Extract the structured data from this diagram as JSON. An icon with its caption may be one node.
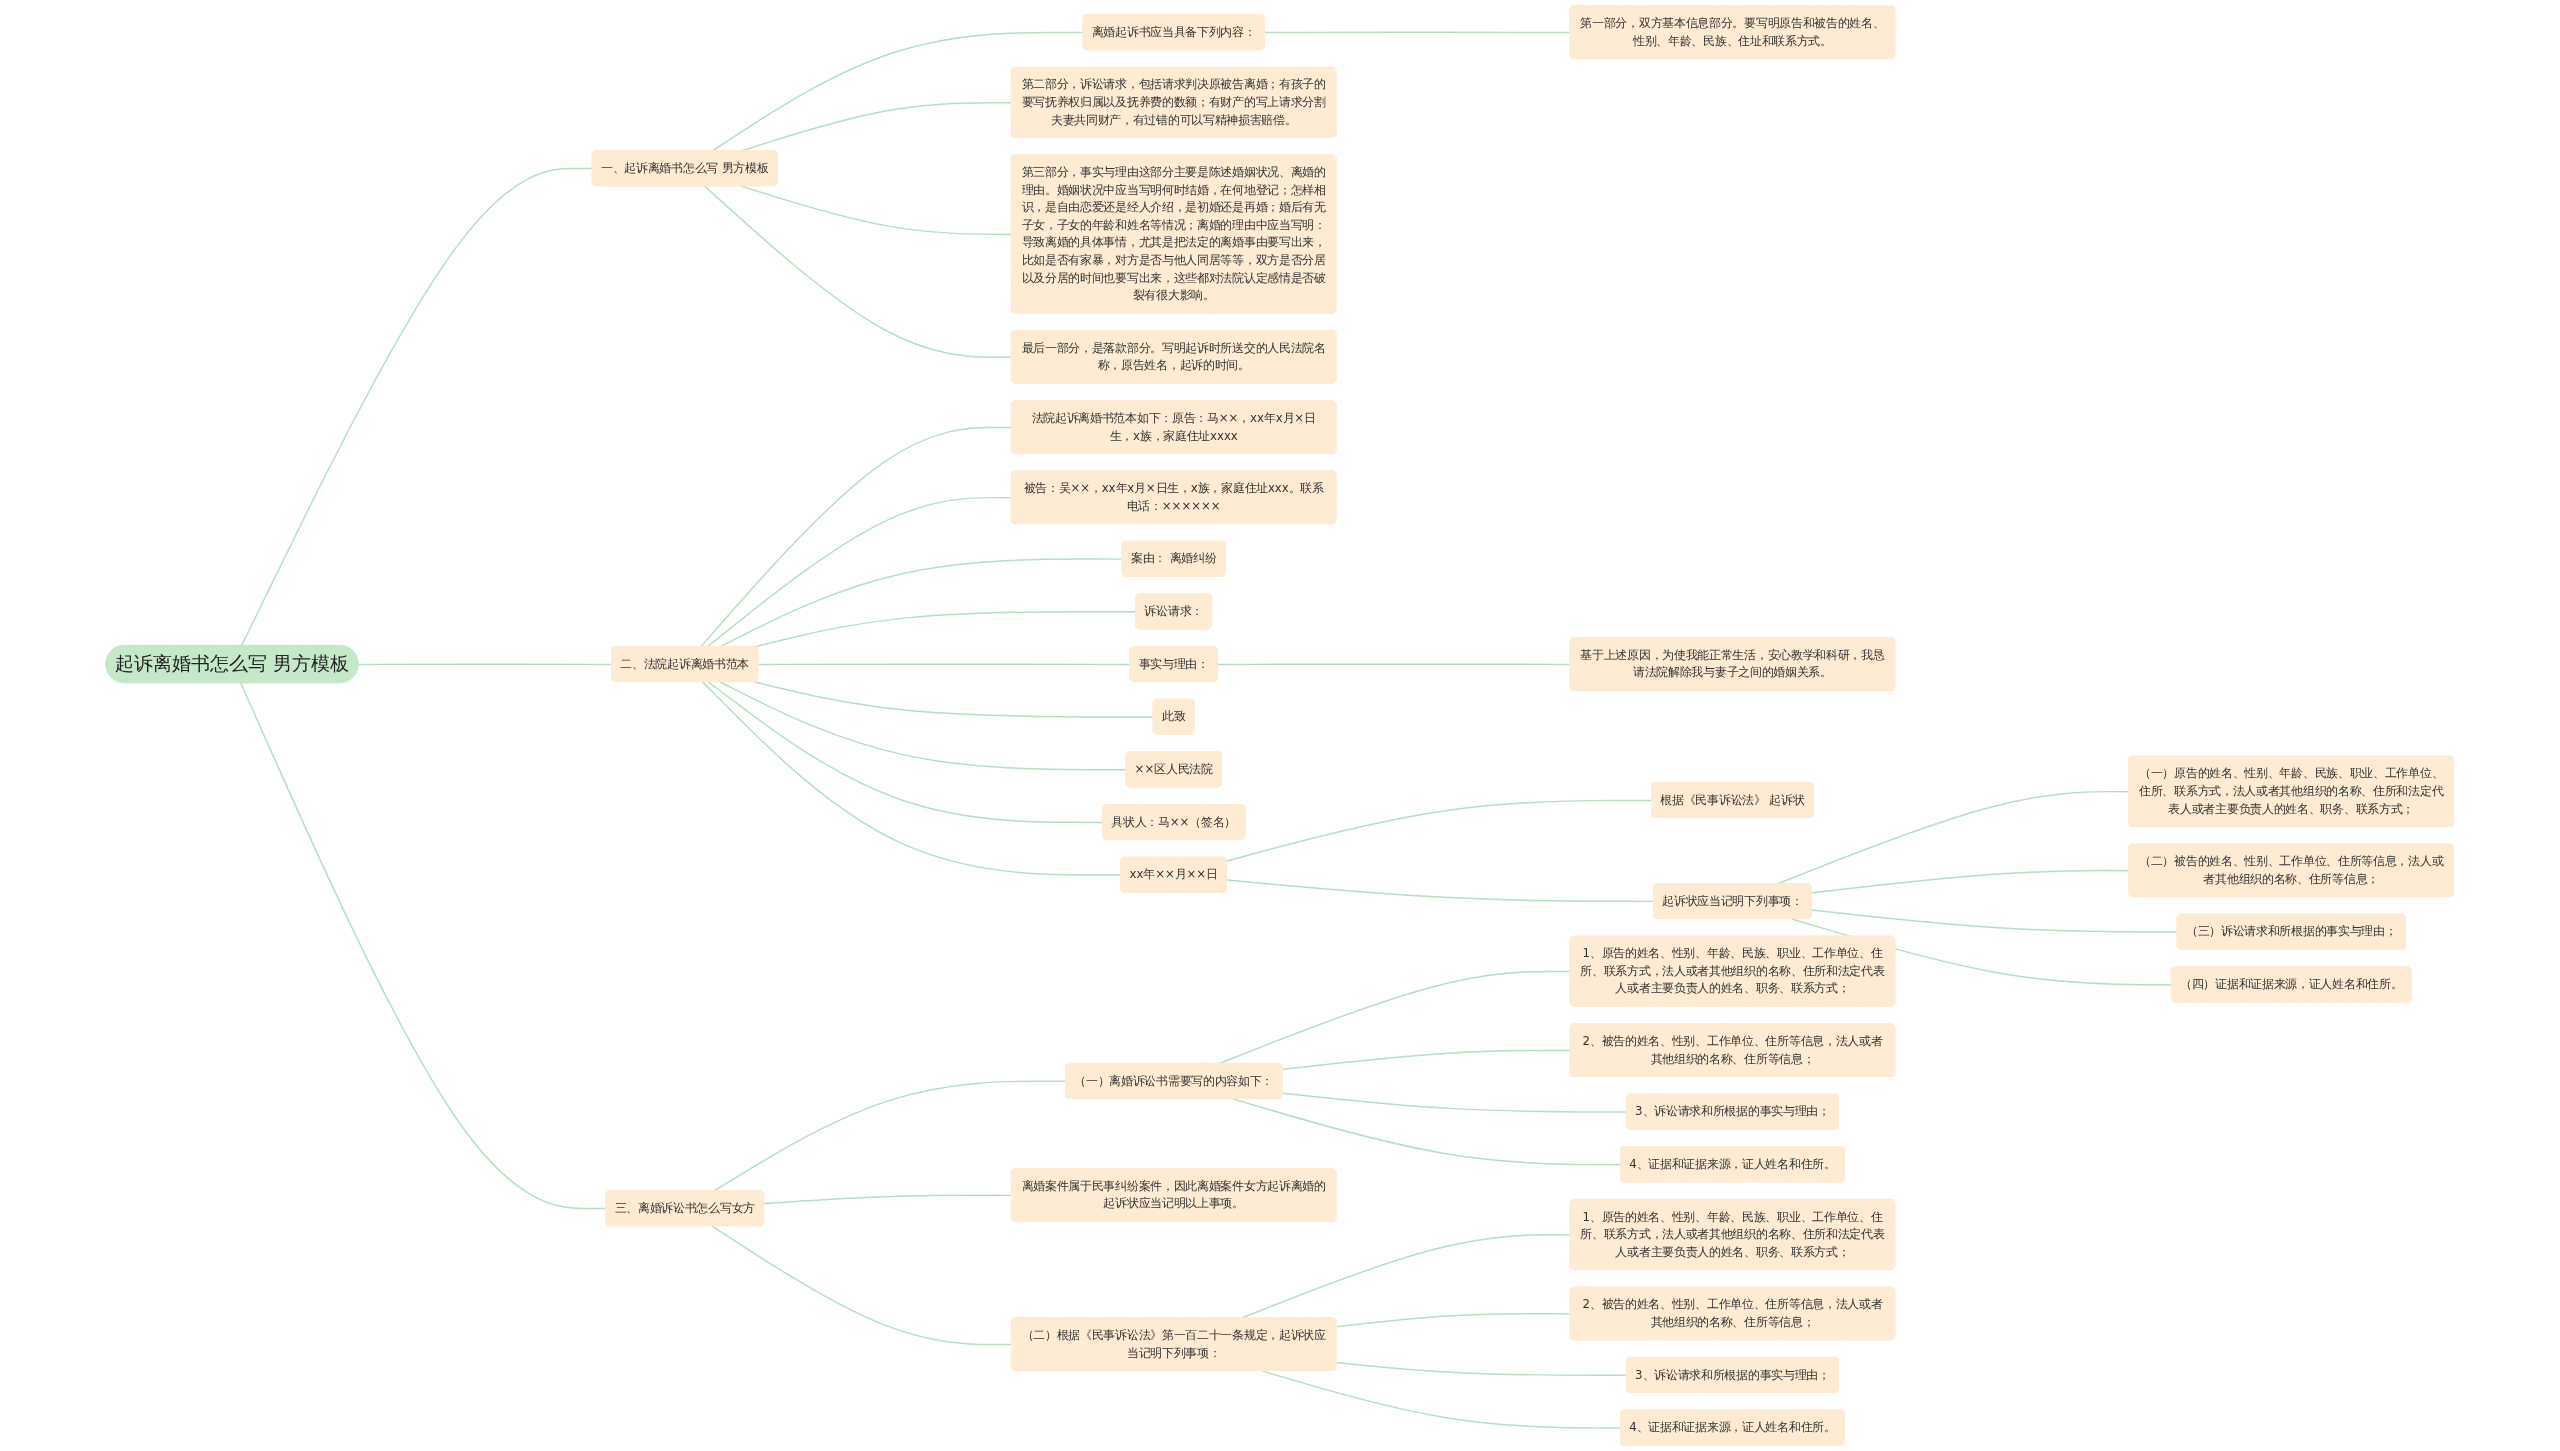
{
  "diagram": {
    "nodes": [
      {
        "text": [
          "起诉离婚书怎么写 男方模板"
        ]
      },
      {
        "text": [
          "一、起诉离婚书怎么写 男方模板"
        ]
      },
      {
        "text": [
          "离婚起诉书应当具备下列内容："
        ]
      },
      {
        "text": [
          "第一部分，双方基本信息部分。要写明原告和被告的姓名、性别、年龄、民族、住址和联系方式。"
        ]
      },
      {
        "text": [
          "第二部分，诉讼请求，包括请求判决原被告离婚；有孩子的要写抚养权归属以及抚养费的数额；有财产的写上请求分割夫妻共同财产，有过错的可以写精神损害赔偿。"
        ]
      },
      {
        "text": [
          "第三部分，事实与理由这部分主要是陈述婚姻状况、离婚的理由。婚姻状况中应当写明何时结婚，在何地登记；怎样相识，是自由恋爱还是经人介绍，是初婚还是再婚；婚后有无子女，子女的年龄和姓名等情况；离婚的理由中应当写明：导致离婚的具体事情，尤其是把法定的离婚事由要写出来，比如是否有家暴，对方是否与他人同居等等，双方是否分居以及分居的时间也要写出来，这些都对法院认定感情是否破裂有很大影响。"
        ]
      },
      {
        "text": [
          "最后一部分，是落款部分。写明起诉时所送交的人民法院名称，原告姓名，起诉的时间。"
        ]
      },
      {
        "text": [
          "二、法院起诉离婚书范本"
        ]
      },
      {
        "text": [
          "法院起诉离婚书范本如下：原告：马××，xx年x月×日生，x族，家庭住址xxxx"
        ]
      },
      {
        "text": [
          "被告：吴××，xx年x月×日生，x族，家庭住址xxx。联系电话：××××××"
        ]
      },
      {
        "text": [
          "案由： 离婚纠纷"
        ]
      },
      {
        "text": [
          "诉讼请求："
        ]
      },
      {
        "text": [
          "事实与理由："
        ]
      },
      {
        "text": [
          "基于上述原因，为使我能正常生活，安心教学和科研，我恳请法院解除我与妻子之间的婚姻关系。"
        ]
      },
      {
        "text": [
          "此致"
        ]
      },
      {
        "text": [
          "××区人民法院"
        ]
      },
      {
        "text": [
          "具状人：马××（签名）"
        ]
      },
      {
        "text": [
          "xx年××月××日"
        ]
      },
      {
        "text": [
          "根据《民事诉讼法》 起诉状"
        ]
      },
      {
        "text": [
          "起诉状应当记明下列事项："
        ]
      },
      {
        "text": [
          "（一）原告的姓名、性别、年龄、民族、职业、工作单位、住所、联系方式，法人或者其他组织的名称、住所和法定代表人或者主要负责人的姓名、职务、联系方式；"
        ]
      },
      {
        "text": [
          "（二）被告的姓名、性别、工作单位、住所等信息，法人或者其他组织的名称、住所等信息；"
        ]
      },
      {
        "text": [
          "（三）诉讼请求和所根据的事实与理由；"
        ]
      },
      {
        "text": [
          "（四）证据和证据来源，证人姓名和住所。"
        ]
      },
      {
        "text": [
          "三、离婚诉讼书怎么写女方"
        ]
      },
      {
        "text": [
          "（一）离婚诉讼书需要写的内容如下："
        ]
      },
      {
        "text": [
          "1、原告的姓名、性别、年龄、民族、职业、工作单位、住所、联系方式，法人或者其他组织的名称、住所和法定代表人或者主要负责人的姓名、职务、联系方式；"
        ]
      },
      {
        "text": [
          "2、被告的姓名、性别、工作单位、住所等信息，法人或者其他组织的名称、住所等信息；"
        ]
      },
      {
        "text": [
          "3、诉讼请求和所根据的事实与理由；"
        ]
      },
      {
        "text": [
          "4、证据和证据来源，证人姓名和住所。"
        ]
      },
      {
        "text": [
          "离婚案件属于民事纠纷案件，因此离婚案件女方起诉离婚的起诉状应当记明以上事项。"
        ]
      },
      {
        "text": [
          "（二）根据《民事诉讼法》第一百二十一条规定，起诉状应当记明下列事项："
        ]
      },
      {
        "text": [
          "1、原告的姓名、性别、年龄、民族、职业、工作单位、住所、联系方式，法人或者其他组织的名称、住所和法定代表人或者主要负责人的姓名、职务、联系方式；"
        ]
      },
      {
        "text": [
          "2、被告的姓名、性别、工作单位、住所等信息，法人或者其他组织的名称、住所等信息；"
        ]
      },
      {
        "text": [
          "3、诉讼请求和所根据的事实与理由；"
        ]
      },
      {
        "text": [
          "4、证据和证据来源，证人姓名和住所。"
        ]
      }
    ],
    "edges": [
      {
        "from": 0,
        "to": 1,
        "arrow": "none"
      },
      {
        "from": 1,
        "to": 2,
        "arrow": "none"
      },
      {
        "from": 2,
        "to": 3,
        "arrow": "none"
      },
      {
        "from": 1,
        "to": 4,
        "arrow": "none"
      },
      {
        "from": 1,
        "to": 5,
        "arrow": "none"
      },
      {
        "from": 1,
        "to": 6,
        "arrow": "none"
      },
      {
        "from": 0,
        "to": 7,
        "arrow": "none"
      },
      {
        "from": 7,
        "to": 8,
        "arrow": "none"
      },
      {
        "from": 7,
        "to": 9,
        "arrow": "none"
      },
      {
        "from": 7,
        "to": 10,
        "arrow": "none"
      },
      {
        "from": 7,
        "to": 11,
        "arrow": "none"
      },
      {
        "from": 7,
        "to": 12,
        "arrow": "none"
      },
      {
        "from": 12,
        "to": 13,
        "arrow": "none"
      },
      {
        "from": 7,
        "to": 14,
        "arrow": "none"
      },
      {
        "from": 7,
        "to": 15,
        "arrow": "none"
      },
      {
        "from": 7,
        "to": 16,
        "arrow": "none"
      },
      {
        "from": 7,
        "to": 17,
        "arrow": "none"
      },
      {
        "from": 17,
        "to": 18,
        "arrow": "none"
      },
      {
        "from": 17,
        "to": 19,
        "arrow": "none"
      },
      {
        "from": 19,
        "to": 20,
        "arrow": "none"
      },
      {
        "from": 19,
        "to": 21,
        "arrow": "none"
      },
      {
        "from": 19,
        "to": 22,
        "arrow": "none"
      },
      {
        "from": 19,
        "to": 23,
        "arrow": "none"
      },
      {
        "from": 0,
        "to": 24,
        "arrow": "none"
      },
      {
        "from": 24,
        "to": 25,
        "arrow": "none"
      },
      {
        "from": 25,
        "to": 26,
        "arrow": "none"
      },
      {
        "from": 25,
        "to": 27,
        "arrow": "none"
      },
      {
        "from": 25,
        "to": 28,
        "arrow": "none"
      },
      {
        "from": 25,
        "to": 29,
        "arrow": "none"
      },
      {
        "from": 24,
        "to": 30,
        "arrow": "none"
      },
      {
        "from": 24,
        "to": 31,
        "arrow": "none"
      },
      {
        "from": 31,
        "to": 32,
        "arrow": "none"
      },
      {
        "from": 31,
        "to": 33,
        "arrow": "none"
      },
      {
        "from": 31,
        "to": 34,
        "arrow": "none"
      },
      {
        "from": 31,
        "to": 35,
        "arrow": "none"
      }
    ]
  }
}
